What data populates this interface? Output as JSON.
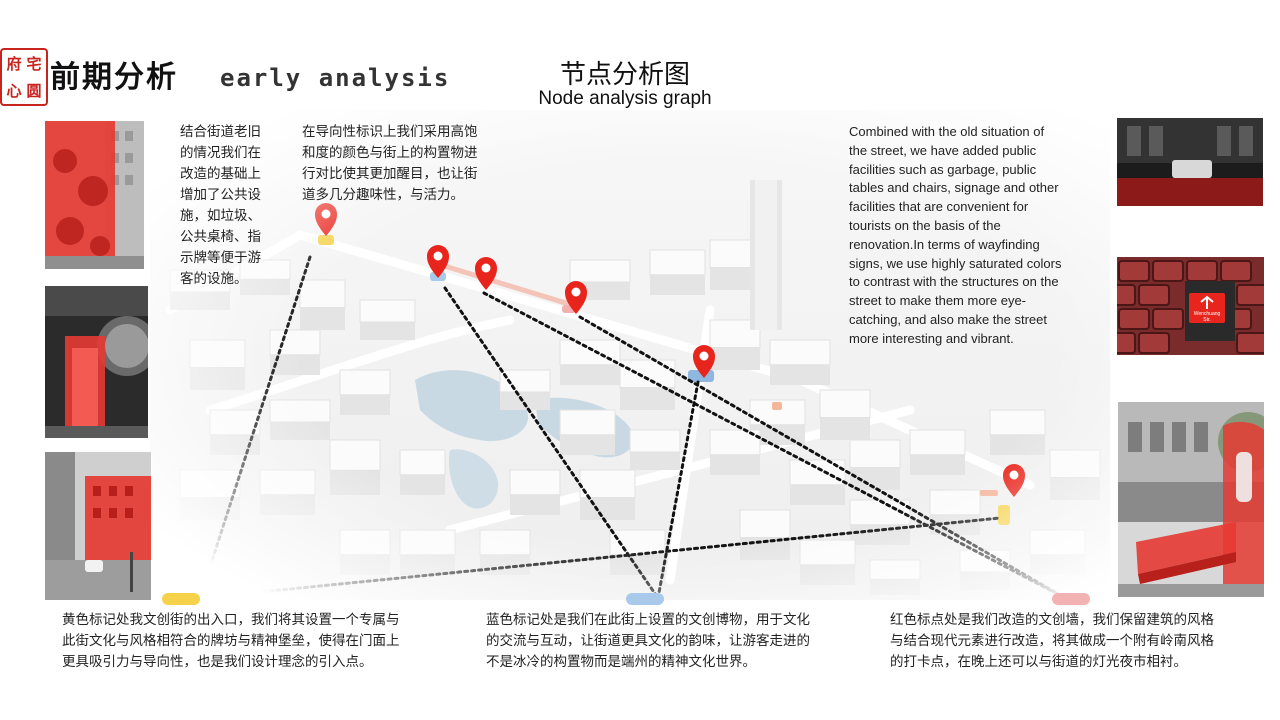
{
  "header": {
    "seal_chars": [
      "府",
      "宅",
      "心",
      "圆"
    ],
    "title_cn": "前期分析",
    "title_en": "early analysis"
  },
  "diagram": {
    "title_cn": "节点分析图",
    "title_en": "Node analysis graph"
  },
  "texts": {
    "left_cn": [
      "结合街道老旧",
      "的情况我们在",
      "改造的基础上",
      "增加了公共设",
      "施，如垃圾、",
      "公共桌椅、指",
      "示牌等便于游",
      "客的设施。"
    ],
    "center_cn": [
      "在导向性标识上我们采用高饱",
      "和度的颜色与街上的构置物进",
      "行对比使其更加醒目，也让街",
      "道多几分趣味性，与活力。"
    ],
    "right_en": [
      "Combined with the old situation of",
      "the street, we have added public",
      "facilities such as garbage, public",
      "tables and chairs, signage and other",
      "facilities that are convenient for",
      "tourists on the basis of the",
      "renovation.In terms of wayfinding",
      "signs, we use highly saturated colors",
      "to contrast with the structures on the",
      "street to make them more eye-",
      "catching, and also make the street",
      "more interesting and vibrant."
    ]
  },
  "legend": {
    "yellow": {
      "color": "#f5d24a",
      "text": [
        "黄色标记处我文创街的出入口，我们将其设置一个专属与",
        "此街文化与风格相符合的牌坊与精神堡垒，使得在门面上",
        "更具吸引力与导向性，也是我们设计理念的引入点。"
      ]
    },
    "blue": {
      "color": "#a9c9ea",
      "text": [
        "蓝色标记处是我们在此街上设置的文创博物，用于文化",
        "的交流与互动，让街道更具文化的韵味，让游客走进的",
        "不是冰冷的构置物而是端州的精神文化世界。"
      ]
    },
    "red": {
      "color": "#f2b2b2",
      "text": [
        "红色标点处是我们改造的文创墙，我们保留建筑的风格",
        "与结合现代元素进行改造，将其做成一个附有岭南风格",
        "的打卡点，在晚上还可以与街道的灯光夜市相衬。"
      ]
    }
  },
  "colors": {
    "pin_red": "#e8251c",
    "accent_red": "#e53a33",
    "water_blue": "#c8d9e4"
  },
  "right_photo_sign": [
    "Wenchuang",
    "Str."
  ]
}
